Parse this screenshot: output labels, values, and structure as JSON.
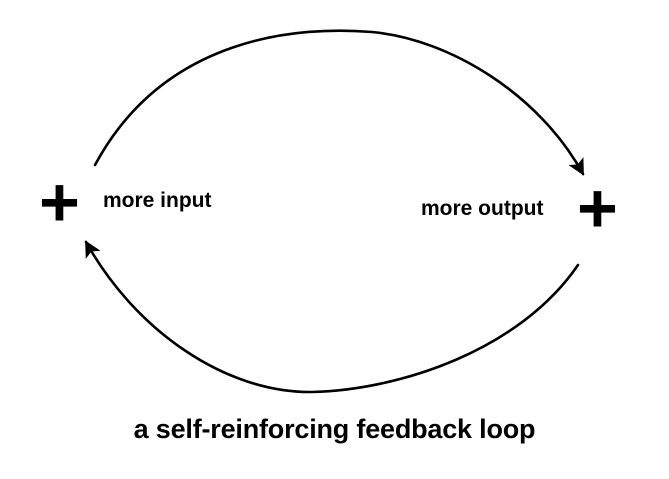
{
  "diagram": {
    "title": "a self-reinforcing feedback loop",
    "background_color": "#ffffff",
    "stroke_color": "#000000",
    "text_color": "#000000",
    "nodes": [
      {
        "id": "left",
        "symbol": "+",
        "label": "more input",
        "polarity": "positive"
      },
      {
        "id": "right",
        "symbol": "+",
        "label": "more output",
        "polarity": "positive"
      }
    ],
    "edges": [
      {
        "id": "top-arrow",
        "from": "more input",
        "to": "more output",
        "direction": "left-to-right",
        "shape": "arc-over",
        "arrowhead": "filled-triangle"
      },
      {
        "id": "bottom-arrow",
        "from": "more output",
        "to": "more input",
        "direction": "right-to-left",
        "shape": "arc-under",
        "arrowhead": "filled-triangle"
      }
    ],
    "caption": "a self-reinforcing feedback loop"
  }
}
